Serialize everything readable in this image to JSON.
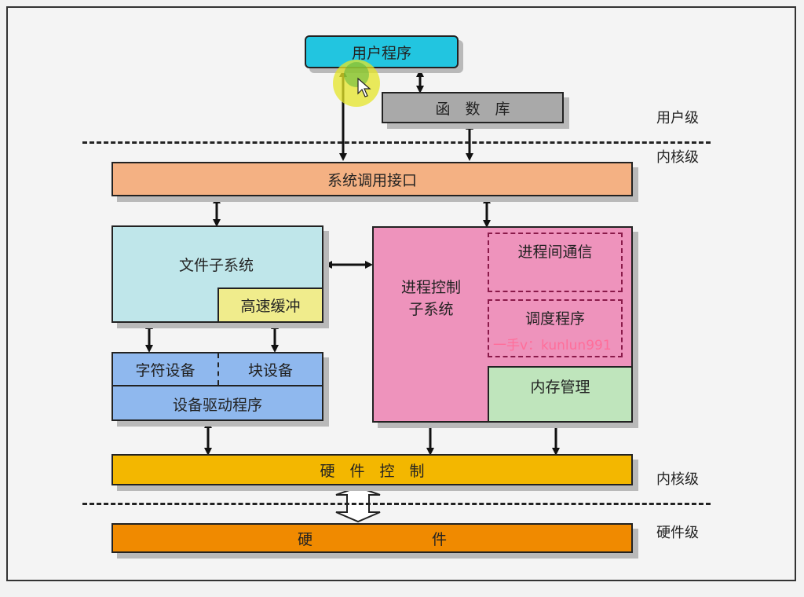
{
  "diagram": {
    "user_program": "用户程序",
    "library": "函　数　库",
    "level_user": "用户级",
    "level_kernel_top": "内核级",
    "syscall_interface": "系统调用接口",
    "file_subsystem": "文件子系统",
    "buffer_cache": "高速缓冲",
    "char_device": "字符设备",
    "block_device": "块设备",
    "device_driver": "设备驱动程序",
    "process_control": "进程控制\n子系统",
    "ipc": "进程间通信",
    "scheduler": "调度程序",
    "memory_mgmt": "内存管理",
    "hardware_control": "硬　件　控　制",
    "level_kernel_bottom": "内核级",
    "hardware": "硬　　　　　　　　件",
    "level_hardware": "硬件级",
    "watermark": "一手v：kunlun991"
  },
  "colors": {
    "user_program": "#22c5e0",
    "library": "#a9a9a9",
    "syscall": "#f4b183",
    "file_subsystem": "#bfe6ea",
    "buffer": "#f0ec8c",
    "device": "#8fb8ee",
    "process": "#ee93bc",
    "memory": "#bfe5bc",
    "hw_control": "#f3b700",
    "hardware": "#f08a00"
  }
}
